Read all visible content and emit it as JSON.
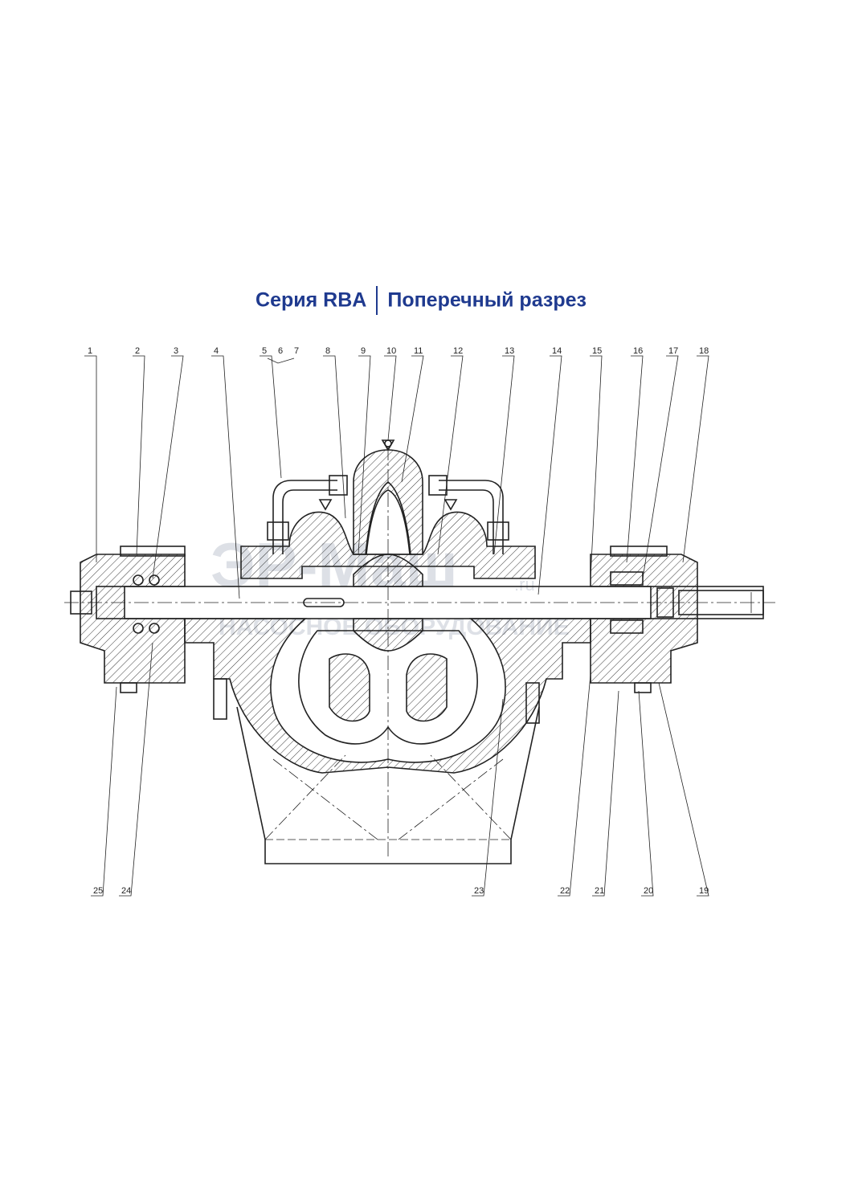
{
  "header": {
    "series": "Серия RBA",
    "subtitle": "Поперечный разрез"
  },
  "watermark": {
    "brand": "ЭР-Маш",
    "domain": ".ru",
    "tagline": "НАСОСНОЕ ОБОРУДОВАНИЕ"
  },
  "callouts": {
    "top": [
      "1",
      "2",
      "3",
      "4",
      "5",
      "6",
      "7",
      "8",
      "9",
      "10",
      "11",
      "12",
      "13",
      "14",
      "15",
      "16",
      "17",
      "18"
    ],
    "bottom": [
      "25",
      "24",
      "23",
      "22",
      "21",
      "20",
      "19"
    ]
  },
  "colors": {
    "title": "#1f3a8f",
    "line": "#222222",
    "watermark": "#dde0e6"
  }
}
